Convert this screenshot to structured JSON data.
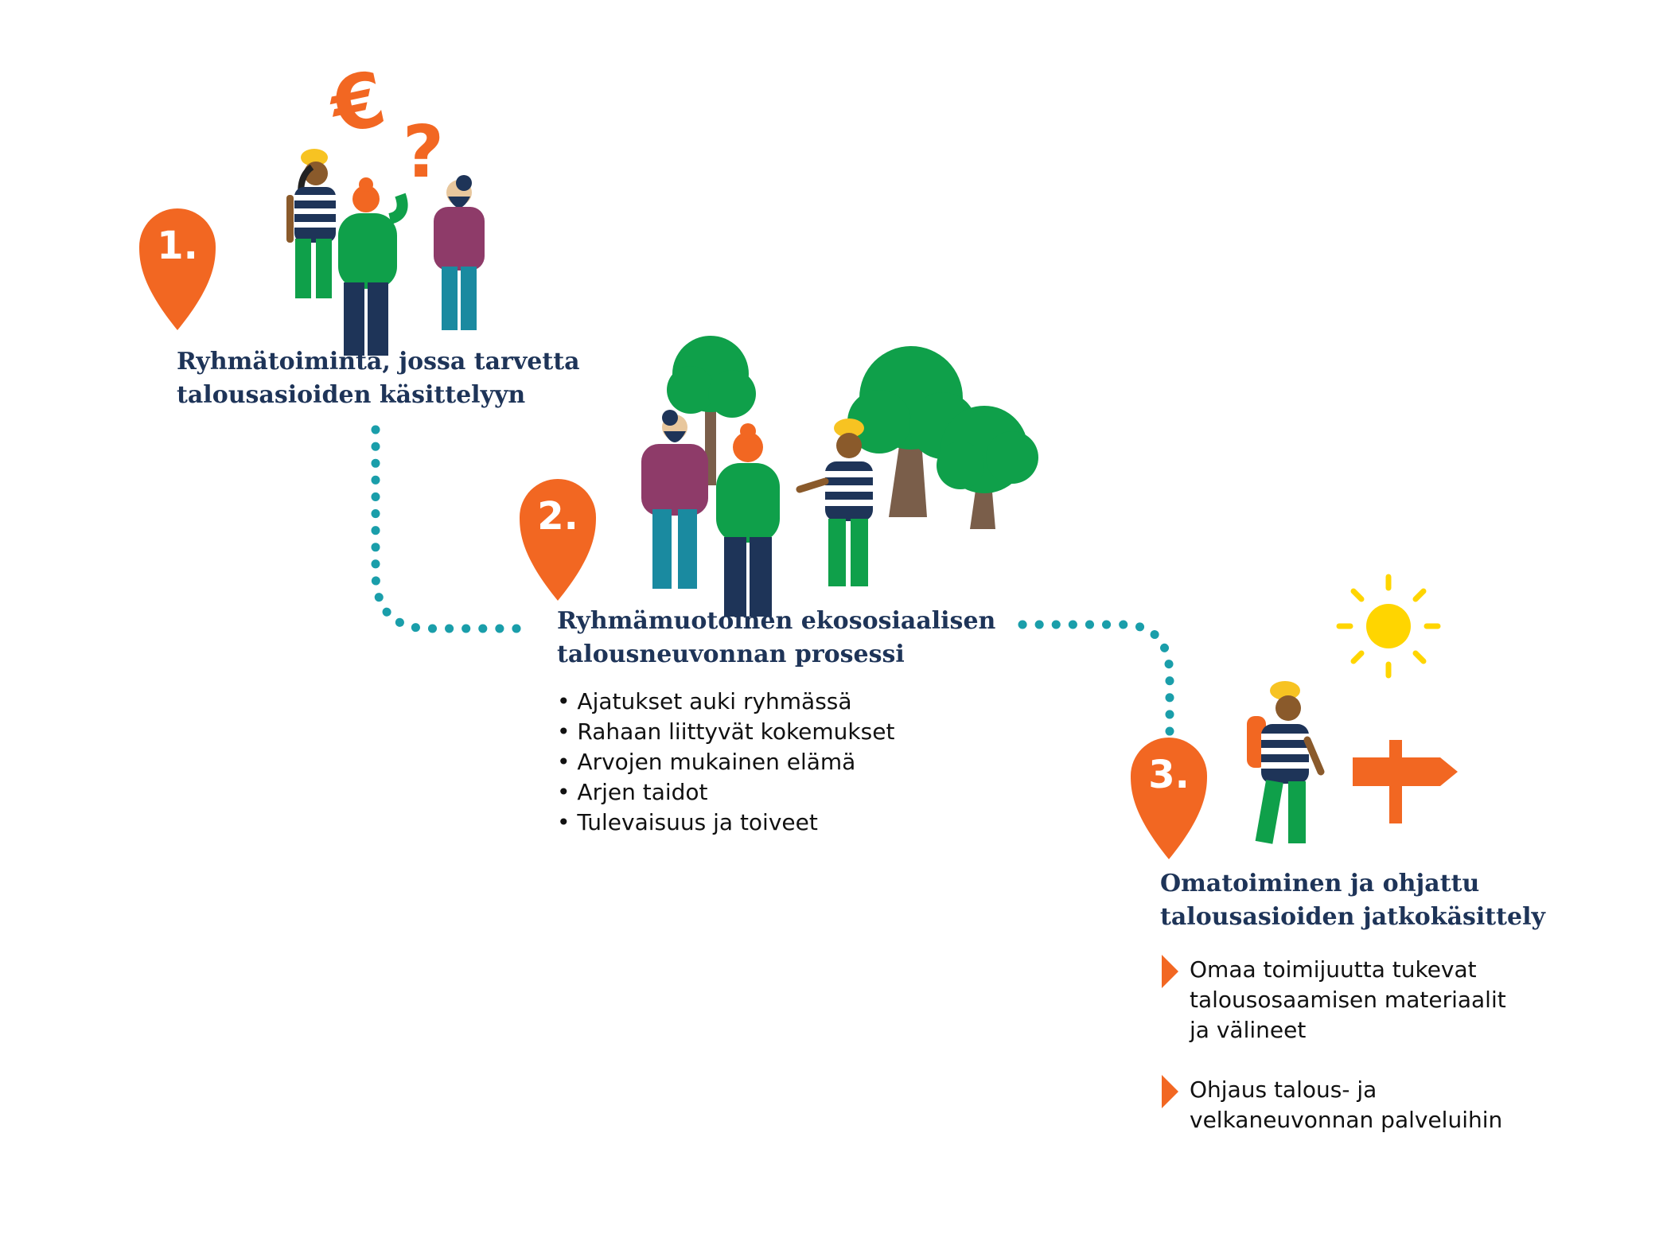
{
  "colors": {
    "orange": "#f26722",
    "teal": "#1a9eaa",
    "navy": "#1e3458",
    "green": "#0fa04a",
    "sun": "#ffd500"
  },
  "steps": [
    {
      "number": "1.",
      "title": "Ryhmätoiminta, jossa tarvetta talousasioiden käsittelyyn"
    },
    {
      "number": "2.",
      "title": "Ryhmämuotoinen ekososiaalisen talousneuvonnan prosessi",
      "bullets": [
        "Ajatukset auki ryhmässä",
        "Rahaan liittyvät kokemukset",
        "Arvojen mukainen elämä",
        "Arjen taidot",
        "Tulevaisuus ja toiveet"
      ]
    },
    {
      "number": "3.",
      "title": "Omatoiminen ja ohjattu talousasioiden jatkokäsittely",
      "items": [
        "Omaa toimijuutta tukevat talousosaamisen materiaalit ja välineet",
        "Ohjaus talous- ja velkaneuvonnan palveluihin"
      ]
    }
  ],
  "symbols": {
    "euro": "€",
    "question": "?"
  },
  "icons": [
    "map-pin-icon",
    "euro-icon",
    "question-mark-icon",
    "person-icon",
    "tree-icon",
    "sun-icon",
    "signpost-icon",
    "arrow-bullet-icon"
  ]
}
